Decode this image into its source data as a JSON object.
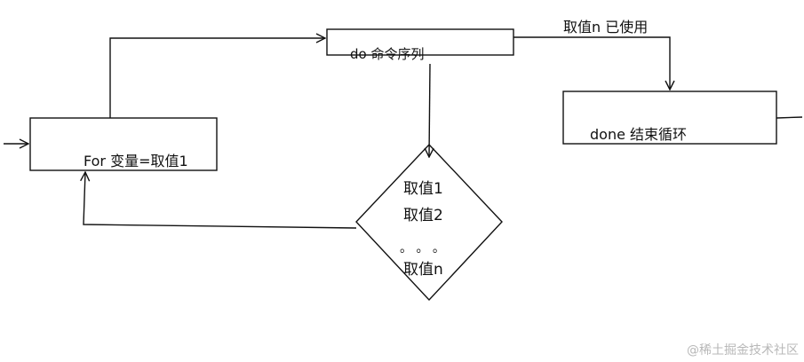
{
  "diagram": {
    "for_label": "For 变量=取值1",
    "do_label": "do  命令序列",
    "done_label": "done 结束循环",
    "used_label": "取值n 已使用",
    "values": [
      "取值1",
      "取值2",
      "。 。 。",
      "取值n"
    ]
  },
  "watermark": "@稀土掘金技术社区"
}
